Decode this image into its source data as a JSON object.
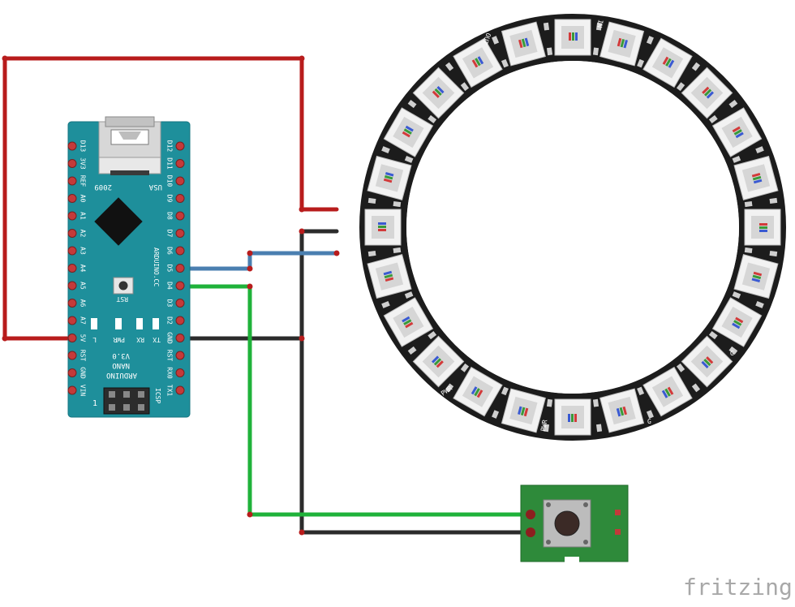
{
  "colors": {
    "wire_red": "#b81c1c",
    "wire_blue": "#4a7fb0",
    "wire_green": "#1fb23a",
    "wire_black": "#2b2b2b",
    "board_teal": "#1e8f9b",
    "ring_black": "#1c1c1c",
    "button_green": "#2e8a3a"
  },
  "nano": {
    "pins_left": [
      "D13",
      "3V3",
      "REF",
      "A0",
      "A1",
      "A2",
      "A3",
      "A4",
      "A5",
      "A6",
      "A7",
      "5V",
      "RST",
      "GND",
      "VIN"
    ],
    "pins_right": [
      "D12",
      "D11",
      "D10",
      "D9",
      "D8",
      "D7",
      "D6",
      "D5",
      "D4",
      "D3",
      "D2",
      "GND",
      "RST",
      "RX0",
      "TX1"
    ],
    "top_left_text": "2009",
    "top_right_text": "USA",
    "rst_label": "RST",
    "brand": "ARDUINO.CC",
    "leds": [
      "L",
      "PWR",
      "RX",
      "TX"
    ],
    "version": "V3.0",
    "model": "NANO",
    "name": "ARDUINO",
    "icsp": "ICSP",
    "header_mark": "1"
  },
  "ring": {
    "led_count": 24,
    "labels": {
      "in": "IN",
      "out": "OUT",
      "pwr1": "PWR",
      "pwr2": "PWR",
      "g1": "G",
      "g2": "G"
    }
  },
  "logo": "fritzing"
}
